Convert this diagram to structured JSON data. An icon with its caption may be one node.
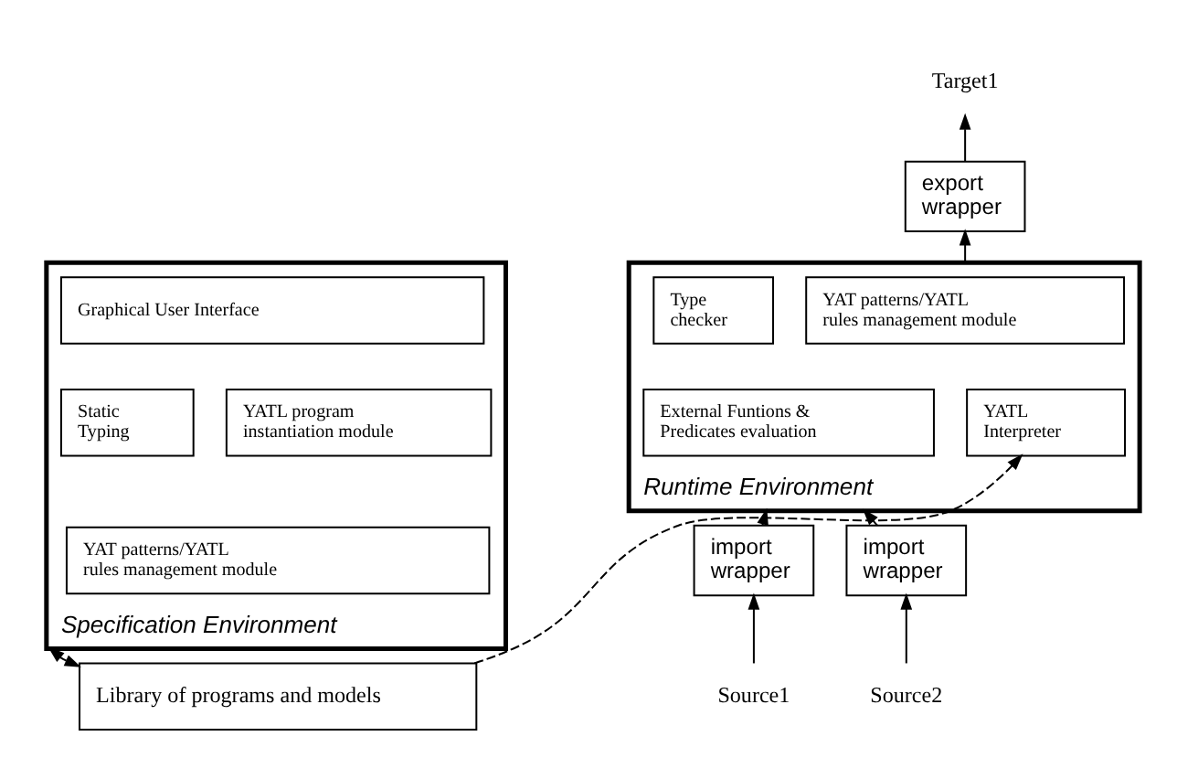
{
  "diagram": {
    "nodes": [
      {
        "text": [
          "Specification Environment"
        ]
      },
      {
        "text": [
          "Graphical User Interface"
        ],
        "in": 0
      },
      {
        "text": [
          "Static Typing"
        ],
        "in": 0
      },
      {
        "text": [
          "YATL program instantiation module"
        ],
        "in": 0
      },
      {
        "text": [
          "YAT patterns/YATL rules management module"
        ],
        "in": 0
      },
      {
        "text": [
          "Library of programs and models"
        ]
      },
      {
        "text": [
          "Runtime Environment"
        ]
      },
      {
        "text": [
          "YAT patterns/YATL rules management module"
        ],
        "in": 6
      },
      {
        "text": [
          "Type checker"
        ],
        "in": 6
      },
      {
        "text": [
          "YATL Interpreter"
        ],
        "in": 6
      },
      {
        "text": [
          "External Funtions & Predicates evaluation"
        ],
        "in": 6
      },
      {
        "text": [
          "export wrapper"
        ]
      },
      {
        "text": [
          "Target1"
        ]
      },
      {
        "text": [
          "import wrapper"
        ]
      },
      {
        "text": [
          "import wrapper"
        ]
      },
      {
        "text": [
          "Source1"
        ]
      },
      {
        "text": [
          "Source2"
        ]
      }
    ],
    "edges": [
      {
        "from": 0,
        "to": 5,
        "arrow": "both"
      },
      {
        "from": 5,
        "to": 9,
        "arrow": "to",
        "style": "dashed"
      },
      {
        "from": 6,
        "to": 11,
        "arrow": "to"
      },
      {
        "from": 11,
        "to": 12,
        "arrow": "to"
      },
      {
        "from": 13,
        "to": 6,
        "arrow": "to"
      },
      {
        "from": 14,
        "to": 6,
        "arrow": "to"
      },
      {
        "from": 15,
        "to": 13,
        "arrow": "to"
      },
      {
        "from": 16,
        "to": 14,
        "arrow": "to"
      }
    ]
  }
}
